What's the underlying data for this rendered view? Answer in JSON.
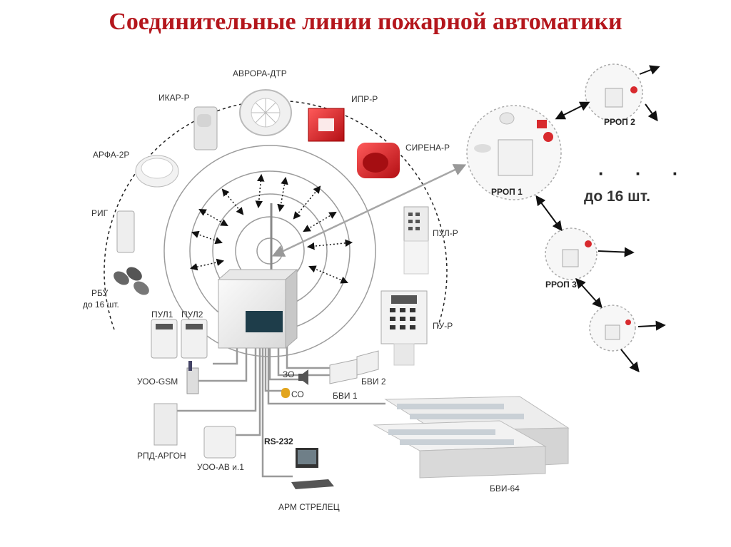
{
  "title": "Соединительные линии пожарной автоматики",
  "devices": {
    "avrora": "АВРОРА-ДТР",
    "ikar": "ИКАР-Р",
    "ipr": "ИПР-Р",
    "arfa": "АРФА-2Р",
    "sirena": "СИРЕНА-Р",
    "rig": "РИГ",
    "pul_r": "ПУЛ-Р",
    "rbu": "РБУ",
    "rbu_count": "до 16 шт.",
    "pu_r": "ПУ-Р",
    "pul1": "ПУЛ1",
    "pul2": "ПУЛ2",
    "uoo_gsm": "УОО-GSM",
    "zo": "ЗО",
    "co": "СО",
    "bvi1": "БВИ 1",
    "bvi2": "БВИ 2",
    "rpd": "РПД-АРГОН",
    "rs232": "RS-232",
    "uoo_av": "УОО-АВ и.1",
    "bvi64": "БВИ-64",
    "arm": "АРМ СТРЕЛЕЦ"
  },
  "repeaters": {
    "rrop1": "РРОП 1",
    "rrop2": "РРОП 2",
    "rrop3": "РРОП 3",
    "dots": "· · ·",
    "count": "до 16 шт."
  },
  "colors": {
    "title": "#b4161c",
    "alarm_red": "#d8262c",
    "line_gray": "#9a9a9a"
  }
}
